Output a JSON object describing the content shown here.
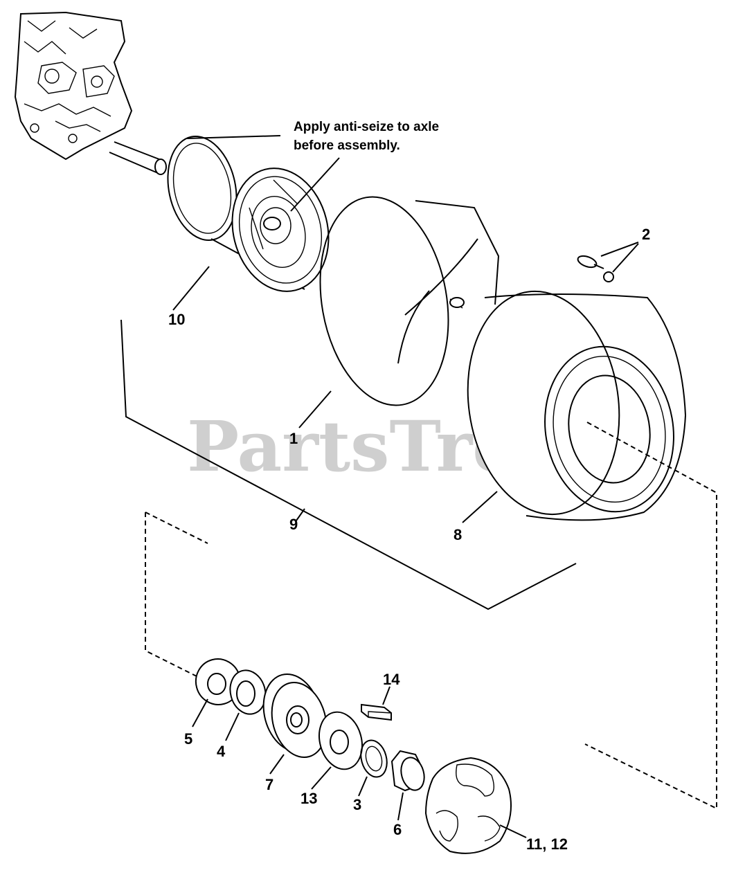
{
  "watermark": {
    "text": "PartsTree",
    "trademark": "™"
  },
  "note": {
    "line1": "Apply anti-seize to axle",
    "line2": "before assembly."
  },
  "parts": [
    {
      "id": "tube",
      "label": "1"
    },
    {
      "id": "valve-stem",
      "label": "2"
    },
    {
      "id": "retaining-ring",
      "label": "3"
    },
    {
      "id": "washer-small",
      "label": "4"
    },
    {
      "id": "washer-large",
      "label": "5"
    },
    {
      "id": "cap",
      "label": "6"
    },
    {
      "id": "bearing-hub",
      "label": "7"
    },
    {
      "id": "tire",
      "label": "8"
    },
    {
      "id": "wheel-assembly",
      "label": "9"
    },
    {
      "id": "rim",
      "label": "10"
    },
    {
      "id": "hub-cover",
      "label": "11, 12"
    },
    {
      "id": "spacer-washer",
      "label": "13"
    },
    {
      "id": "key",
      "label": "14"
    }
  ]
}
